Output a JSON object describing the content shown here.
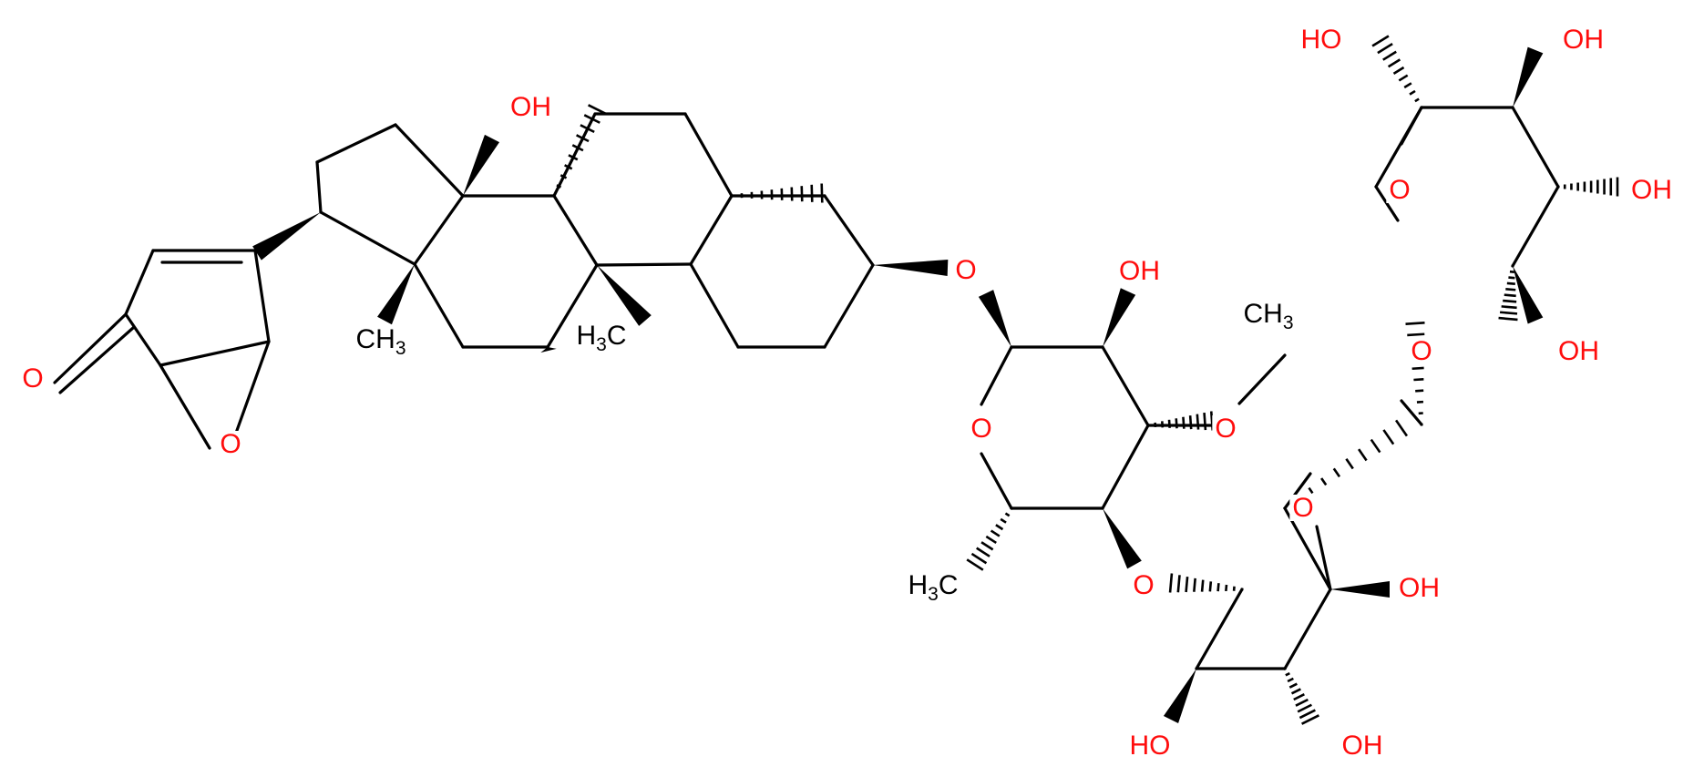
{
  "colors": {
    "bond": "#000000",
    "oxygen": "#ff0d0d",
    "carbon": "#000000",
    "background": "#ffffff"
  },
  "labels": [
    {
      "id": "lactone-carbonyl-o",
      "text": "O",
      "color": "oxygen"
    },
    {
      "id": "lactone-ring-o",
      "text": "O",
      "color": "oxygen"
    },
    {
      "id": "c14-oh",
      "text": "OH",
      "color": "oxygen"
    },
    {
      "id": "c13-methyl",
      "text": "CH3",
      "color": "carbon"
    },
    {
      "id": "c10-methyl",
      "text": "H3C",
      "color": "carbon"
    },
    {
      "id": "glycoside-o-1",
      "text": "O",
      "color": "oxygen"
    },
    {
      "id": "sugar1-oh",
      "text": "OH",
      "color": "oxygen"
    },
    {
      "id": "sugar1-ring-o",
      "text": "O",
      "color": "oxygen"
    },
    {
      "id": "methoxy-o",
      "text": "O",
      "color": "oxygen"
    },
    {
      "id": "methoxy-ch3",
      "text": "CH3",
      "color": "carbon"
    },
    {
      "id": "sugar1-methyl",
      "text": "H3C",
      "color": "carbon"
    },
    {
      "id": "glycoside-o-2",
      "text": "O",
      "color": "oxygen"
    },
    {
      "id": "sugar2-ring-o",
      "text": "O",
      "color": "oxygen"
    },
    {
      "id": "sugar2-oh-right",
      "text": "OH",
      "color": "oxygen"
    },
    {
      "id": "sugar2-oh-bottom-left",
      "text": "HO",
      "color": "oxygen"
    },
    {
      "id": "sugar2-oh-bottom-right",
      "text": "OH",
      "color": "oxygen"
    },
    {
      "id": "glycoside-o-3",
      "text": "O",
      "color": "oxygen"
    },
    {
      "id": "sugar3-ring-o",
      "text": "O",
      "color": "oxygen"
    },
    {
      "id": "sugar3-ch2oh",
      "text": "HO",
      "color": "oxygen"
    },
    {
      "id": "sugar3-oh-top",
      "text": "OH",
      "color": "oxygen"
    },
    {
      "id": "sugar3-oh-right",
      "text": "OH",
      "color": "oxygen"
    },
    {
      "id": "sugar3-oh-bottom",
      "text": "OH",
      "color": "oxygen"
    }
  ]
}
